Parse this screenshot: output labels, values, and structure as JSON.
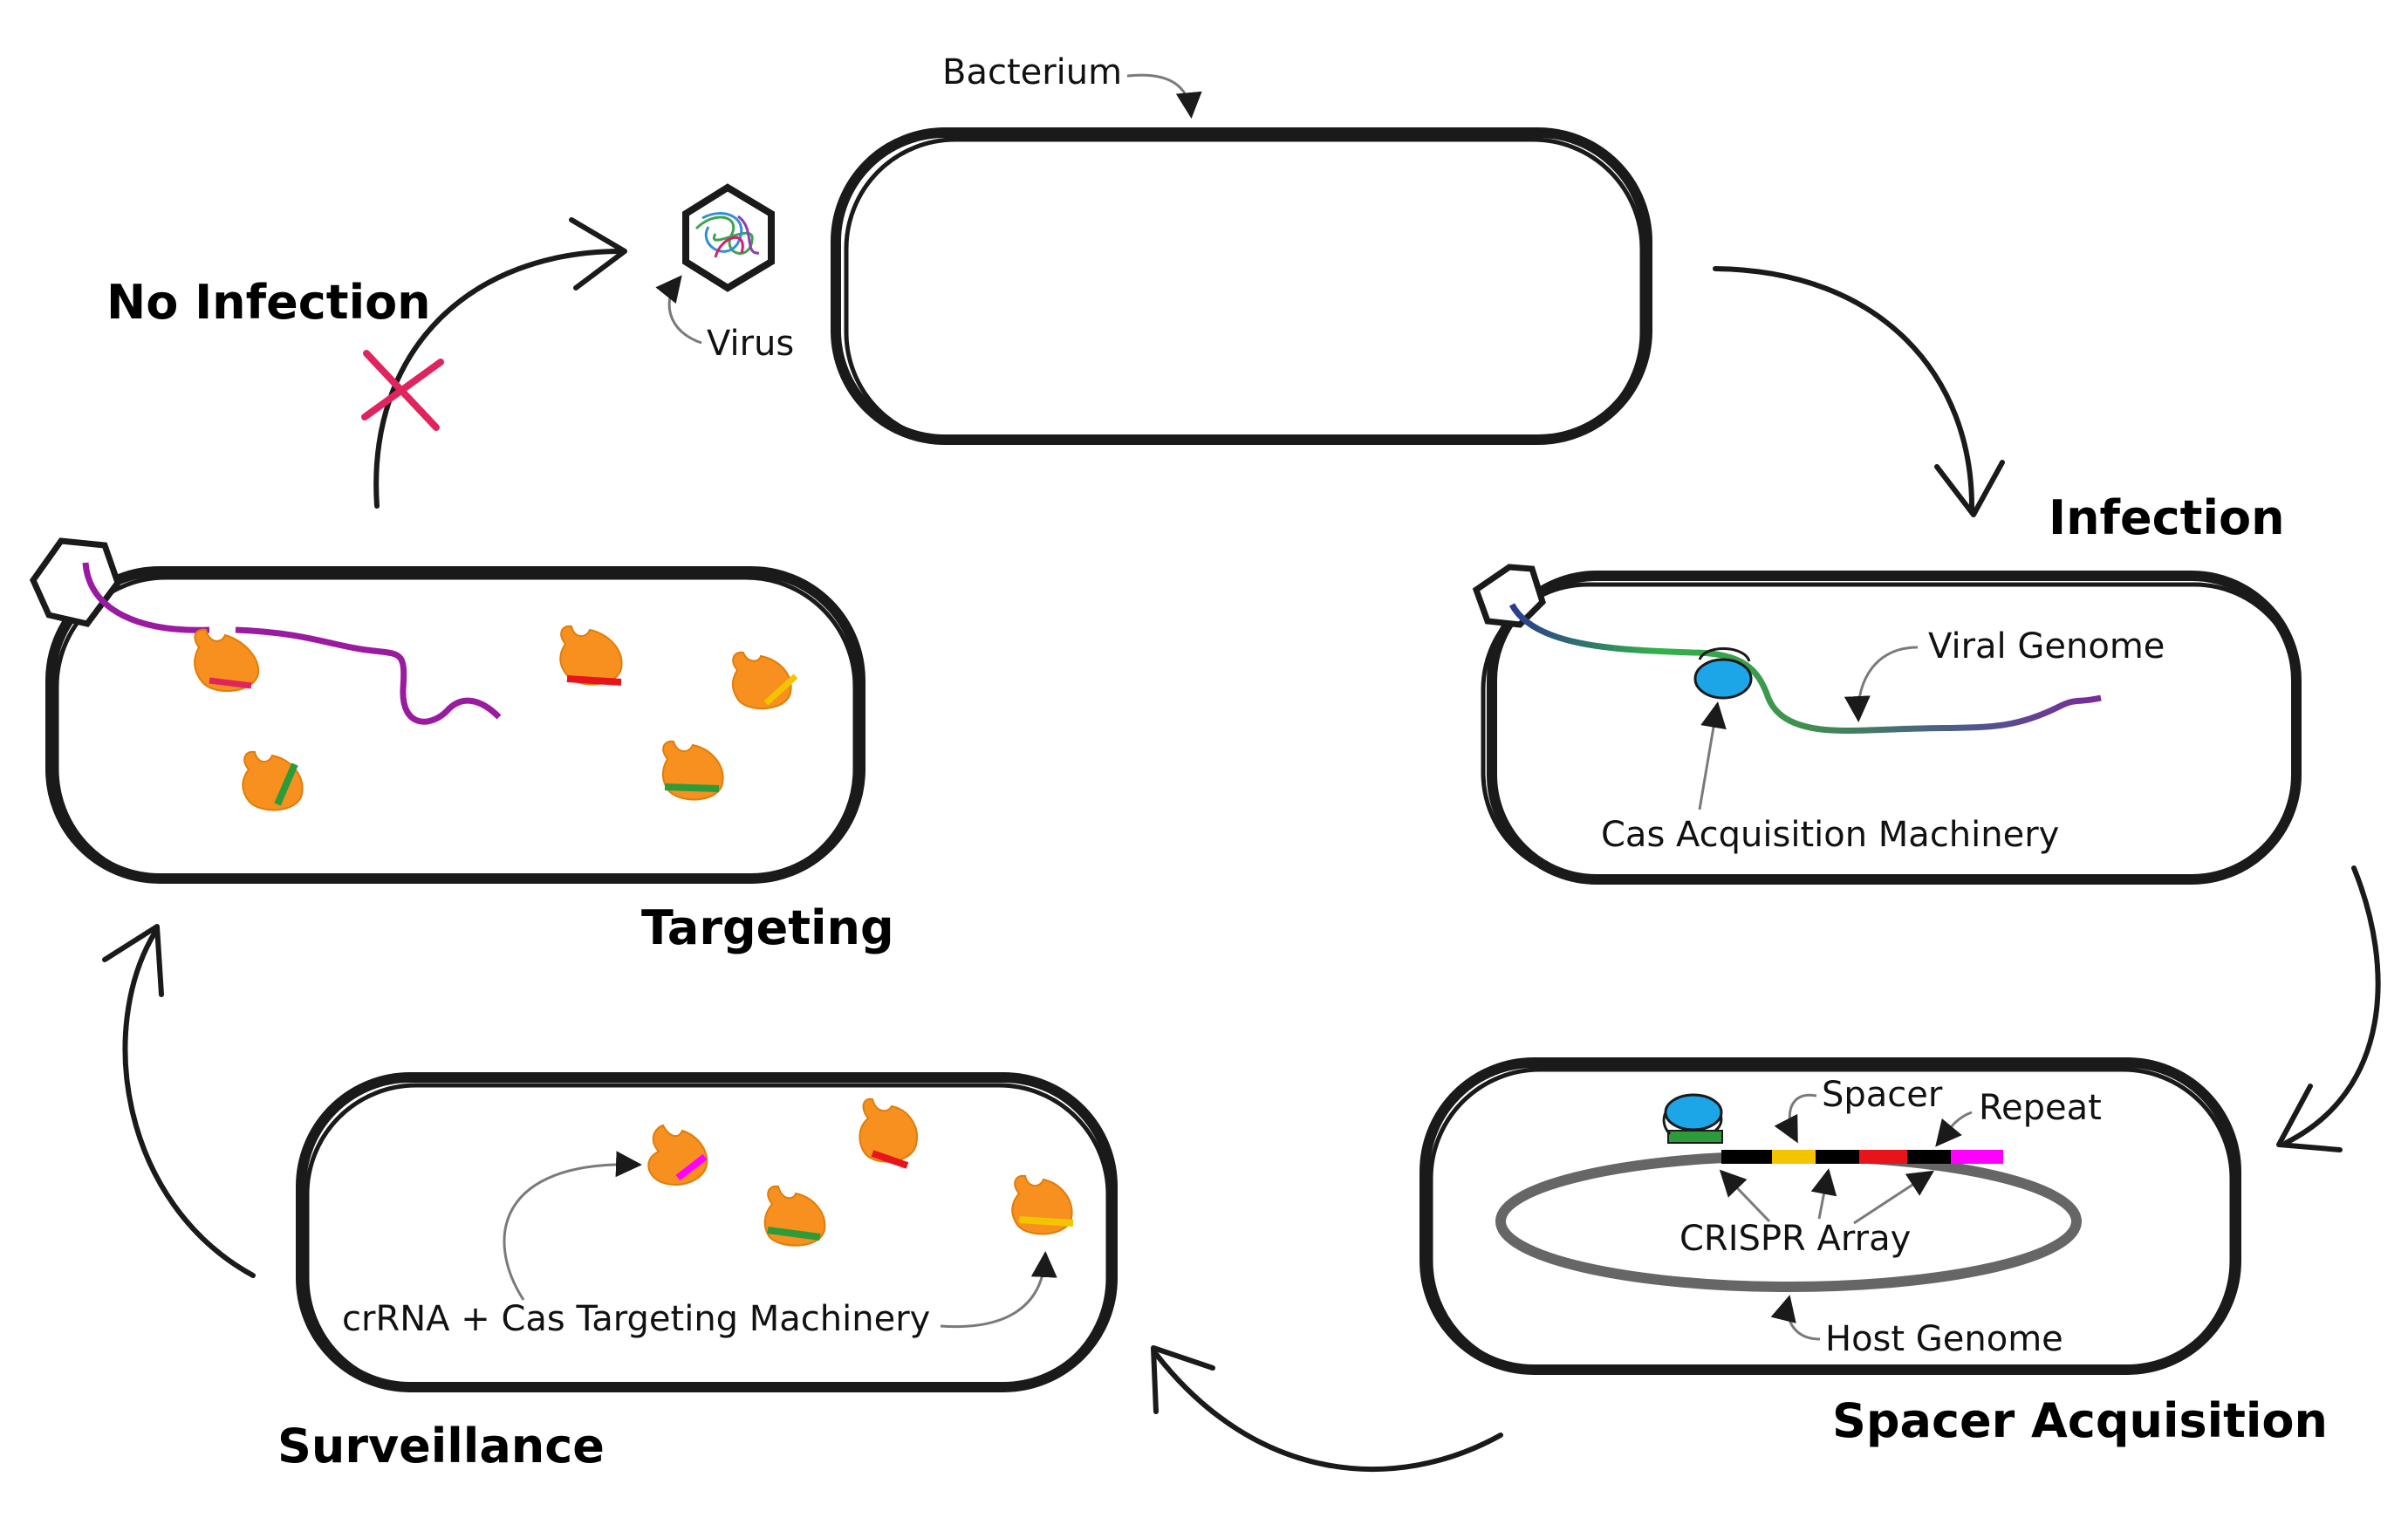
{
  "labels": {
    "bacterium": "Bacterium",
    "virus": "Virus",
    "viral_genome": "Viral Genome",
    "cas_acquisition": "Cas Acquisition Machinery",
    "spacer": "Spacer",
    "repeat": "Repeat",
    "crispr_array": "CRISPR Array",
    "host_genome": "Host Genome",
    "crrna_targeting": "crRNA + Cas Targeting Machinery"
  },
  "stages": {
    "no_infection": "No Infection",
    "infection": "Infection",
    "spacer_acquisition": "Spacer Acquisition",
    "surveillance": "Surveillance",
    "targeting": "Targeting"
  },
  "colors": {
    "outline": "#1a1a1a",
    "cas_protein": "#f7901e",
    "acquisition_protein": "#1ca6e8",
    "block_x": "#e0245e",
    "host_genome": "#666666",
    "spacer_yellow": "#f5c400",
    "spacer_red": "#e8141b",
    "spacer_magenta": "#ff00ff",
    "spacer_green": "#2e9b3a",
    "viral_purple": "#9a1aa0"
  }
}
